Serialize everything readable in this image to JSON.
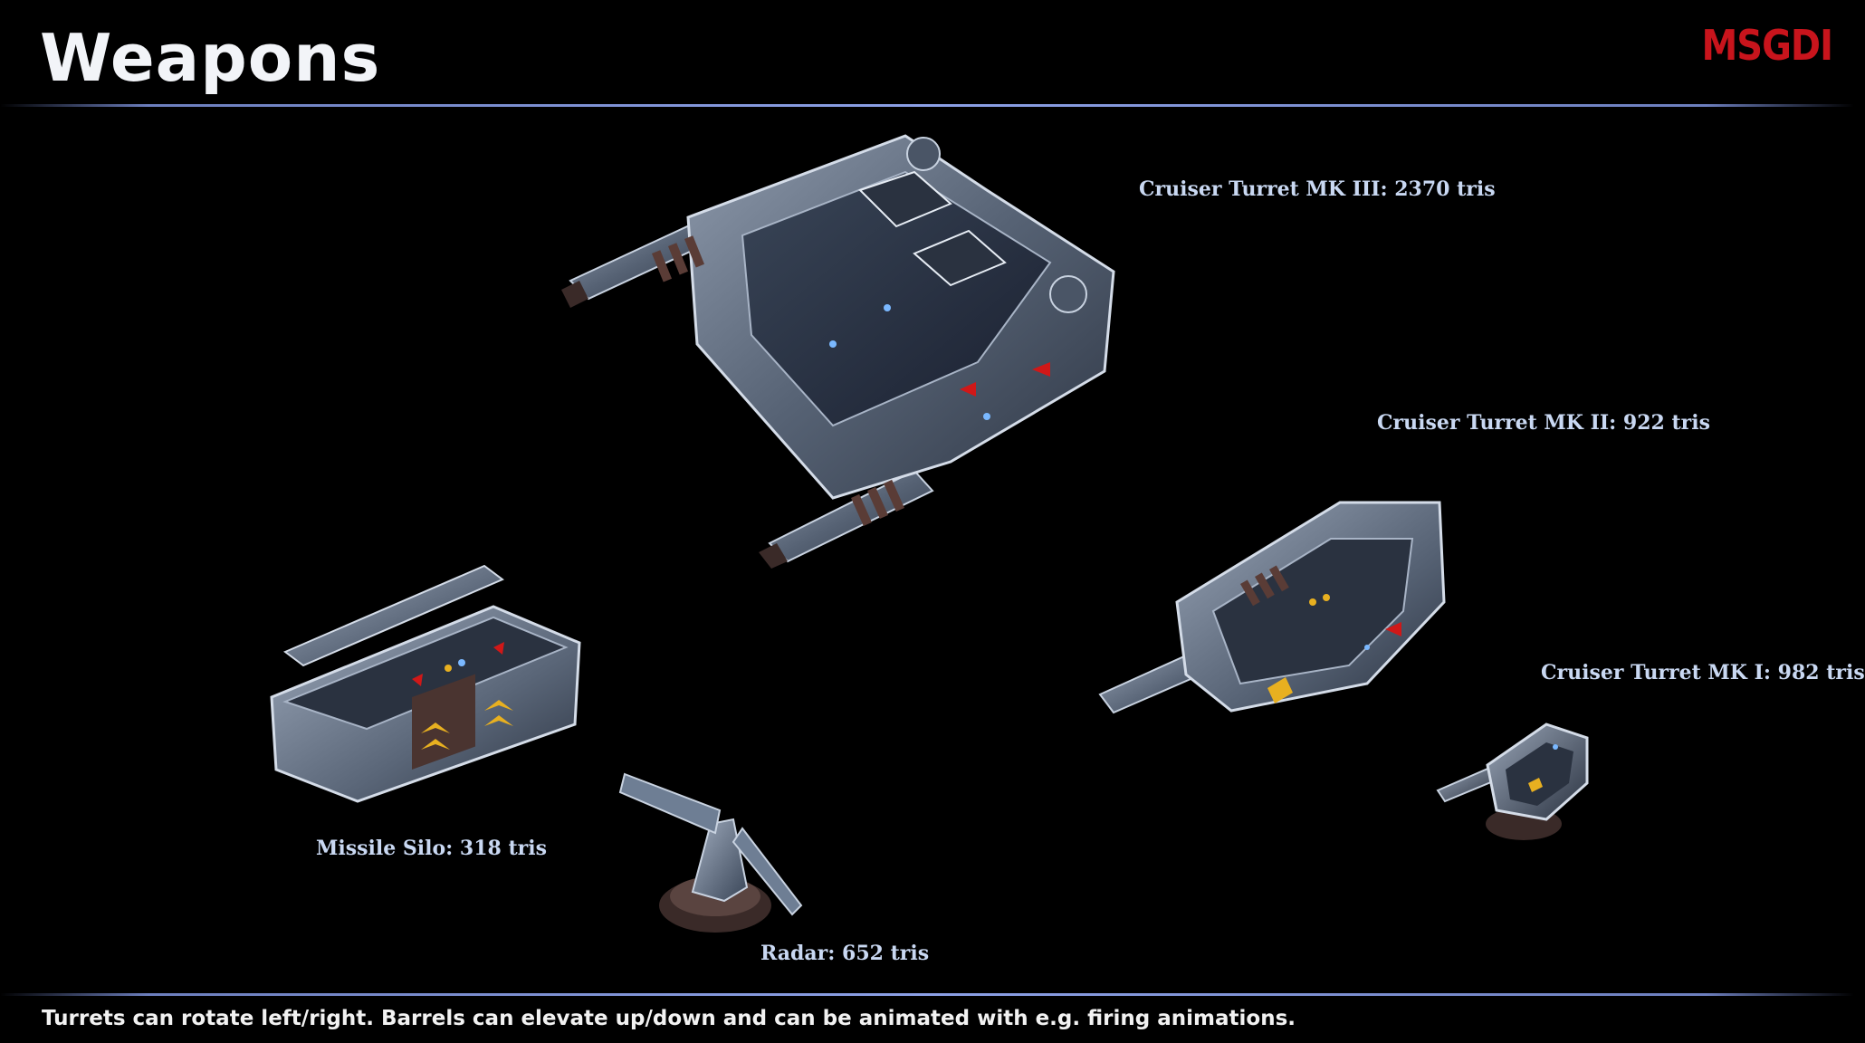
{
  "slide": {
    "title": "Weapons",
    "logo_text": "MSGDI",
    "footer": "Turrets can rotate left/right. Barrels can elevate up/down and can be animated with e.g. firing animations."
  },
  "items": [
    {
      "key": "mk3",
      "label": "Cruiser Turret MK III: 2370 tris"
    },
    {
      "key": "mk2",
      "label": "Cruiser Turret MK II: 922 tris"
    },
    {
      "key": "mk1",
      "label": "Cruiser Turret MK I: 982 tris"
    },
    {
      "key": "silo",
      "label": "Missile Silo: 318 tris"
    },
    {
      "key": "radar",
      "label": "Radar: 652 tris"
    }
  ],
  "colors": {
    "background": "#000000",
    "accent_line": "#8ca0e6",
    "label_text": "#c9d8f2",
    "logo": "#c8141c",
    "hull_metal": "#5c6878",
    "warning_arrow": "#e8b020",
    "red_marker": "#d01818"
  }
}
